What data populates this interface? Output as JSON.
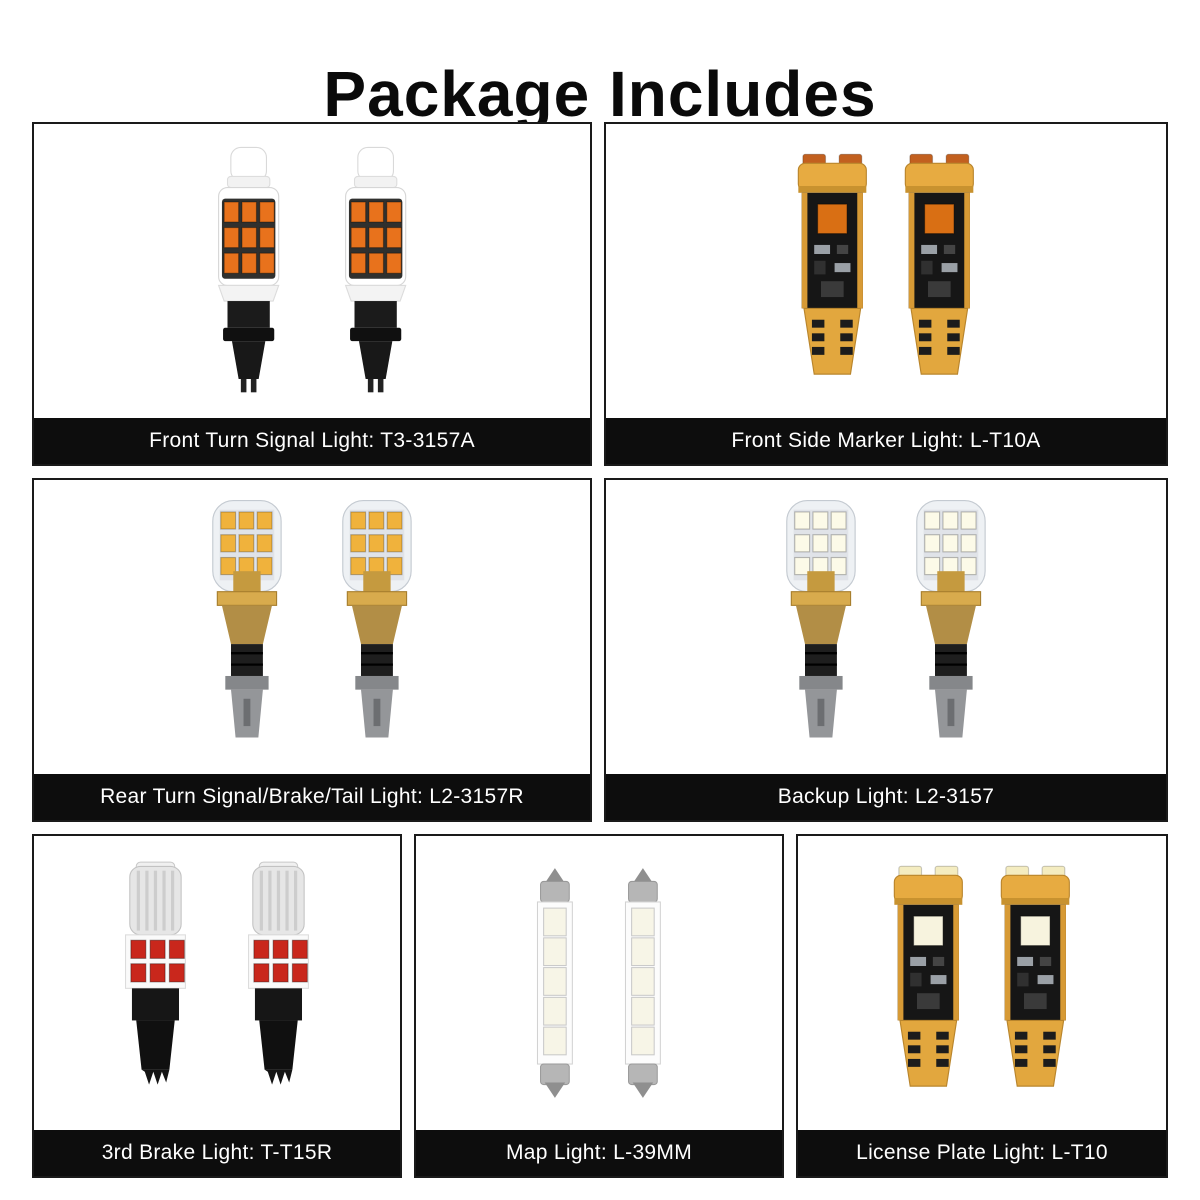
{
  "title": "Package Includes",
  "cells": [
    {
      "id": "front-turn-signal",
      "label": "Front Turn Signal Light: T3-3157A",
      "bulb_icon": "t3-3157a-led-bulb",
      "quantity_shown": 2
    },
    {
      "id": "front-side-marker",
      "label": "Front Side Marker Light: L-T10A",
      "bulb_icon": "t10-amber-led-bulb",
      "quantity_shown": 2
    },
    {
      "id": "rear-turn-brake-tail",
      "label": "Rear Turn Signal/Brake/Tail Light: L2-3157R",
      "bulb_icon": "3157-amber-dome-led-bulb",
      "quantity_shown": 2
    },
    {
      "id": "backup",
      "label": "Backup Light: L2-3157",
      "bulb_icon": "3157-white-dome-led-bulb",
      "quantity_shown": 2
    },
    {
      "id": "third-brake",
      "label": "3rd Brake Light: T-T15R",
      "bulb_icon": "t15-red-led-bulb",
      "quantity_shown": 2
    },
    {
      "id": "map",
      "label": "Map Light: L-39MM",
      "bulb_icon": "festoon-39mm-led-bulb",
      "quantity_shown": 2
    },
    {
      "id": "license-plate",
      "label": "License Plate Light: L-T10",
      "bulb_icon": "t10-white-led-bulb",
      "quantity_shown": 2
    }
  ],
  "colors": {
    "background": "#ffffff",
    "title_text": "#0a0a0a",
    "cell_border": "#1a1a1a",
    "label_bar_bg": "#0d0d0d",
    "label_text": "#ffffff",
    "amber_led": "#e8721c",
    "gold_body": "#d99a3c",
    "red_led": "#c9271c",
    "white_led": "#f7f3de"
  }
}
